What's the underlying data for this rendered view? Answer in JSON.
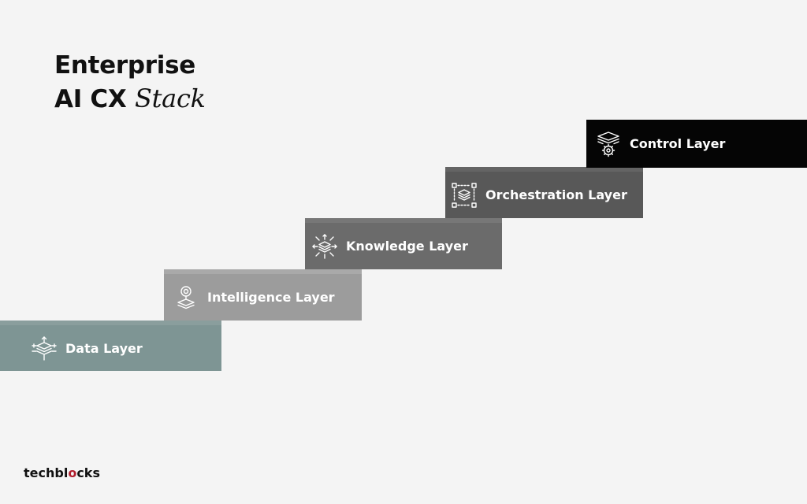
{
  "title": {
    "line1": "Enterprise",
    "line2_bold": "AI CX",
    "line2_italic": "Stack"
  },
  "layers": [
    {
      "label": "Data Layer",
      "icon": "data-layers-icon",
      "color": "#7e9594"
    },
    {
      "label": "Intelligence Layer",
      "icon": "intelligence-layers-icon",
      "color": "#9c9c9c"
    },
    {
      "label": "Knowledge Layer",
      "icon": "knowledge-layers-icon",
      "color": "#6b6b6b"
    },
    {
      "label": "Orchestration Layer",
      "icon": "orchestration-layers-icon",
      "color": "#585858"
    },
    {
      "label": "Control Layer",
      "icon": "control-layers-gear-icon",
      "color": "#050505"
    }
  ],
  "logo": {
    "text_before": "techbl",
    "text_highlight": "o",
    "text_after": "cks",
    "highlight_color": "#b01e2d"
  }
}
